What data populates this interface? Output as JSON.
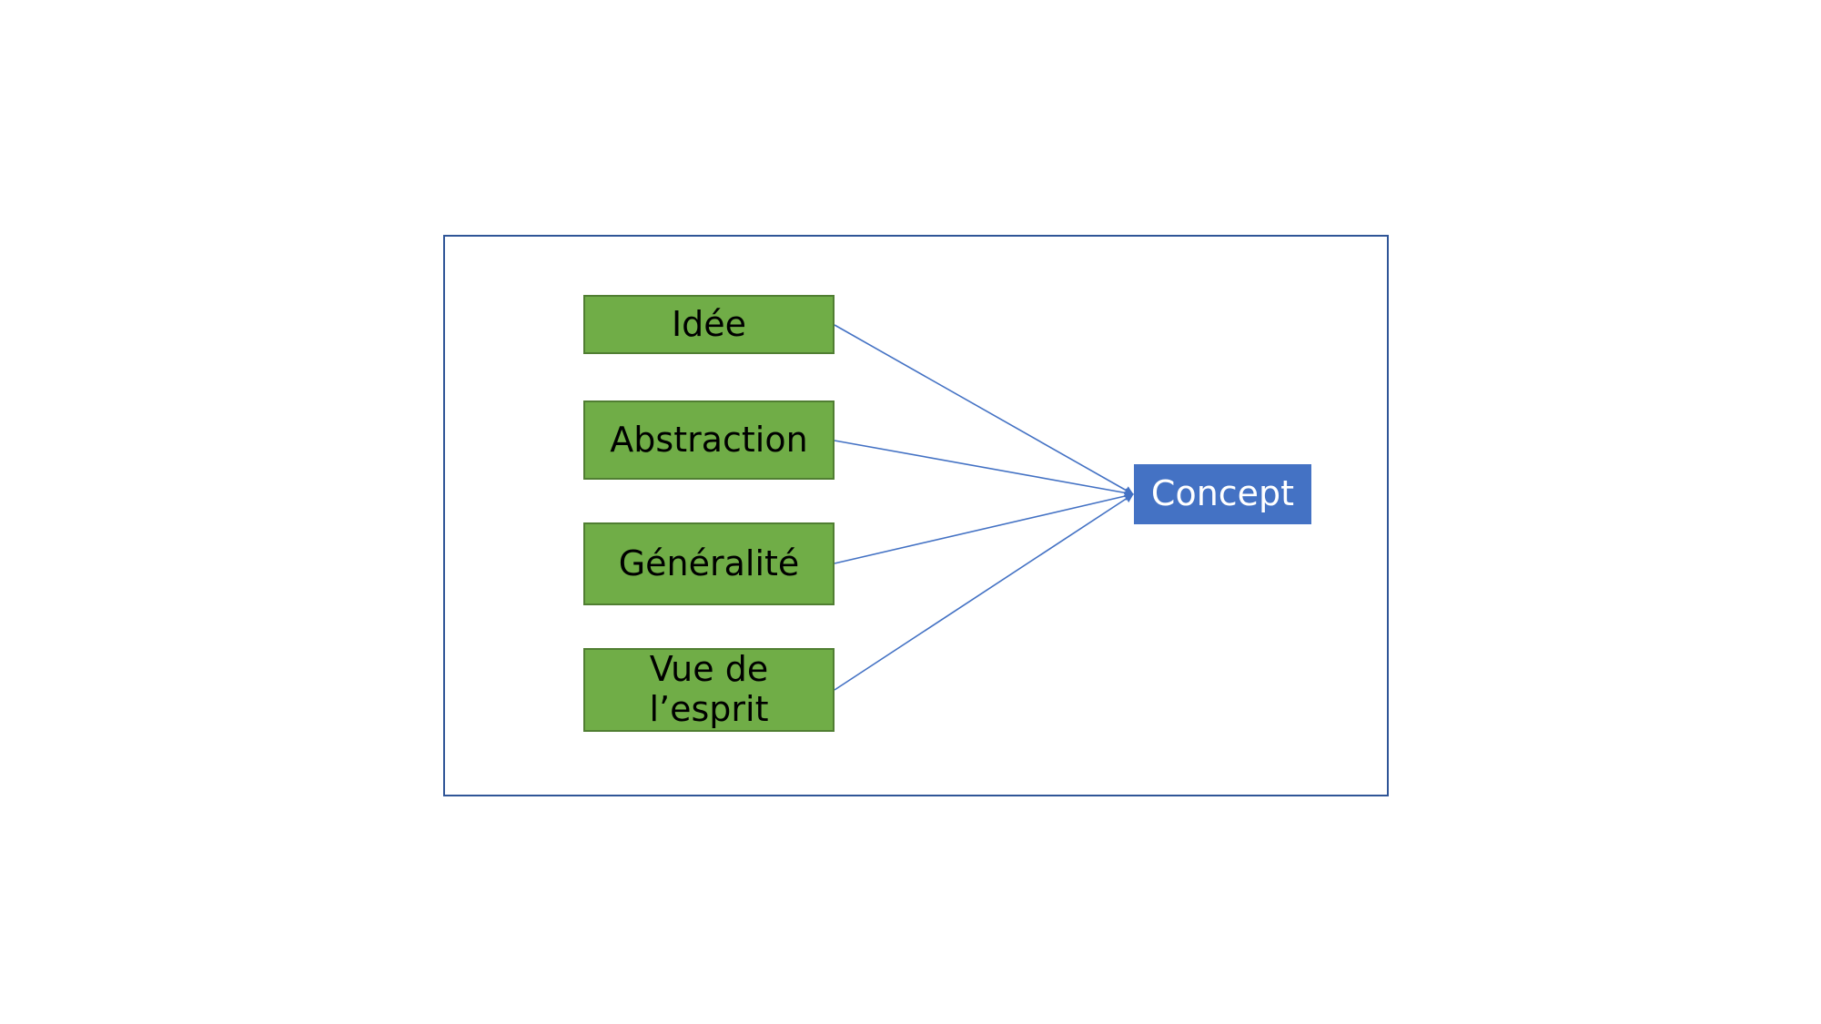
{
  "diagram": {
    "sources": [
      {
        "label": "Idée"
      },
      {
        "label": "Abstraction"
      },
      {
        "label": "Généralité"
      },
      {
        "label": "Vue de\nl’esprit"
      }
    ],
    "target": {
      "label": "Concept"
    },
    "colors": {
      "source_fill": "#70ad47",
      "source_border": "#507e32",
      "target_fill": "#4472c4",
      "frame_border": "#2f5597",
      "edge": "#4472c4"
    }
  }
}
